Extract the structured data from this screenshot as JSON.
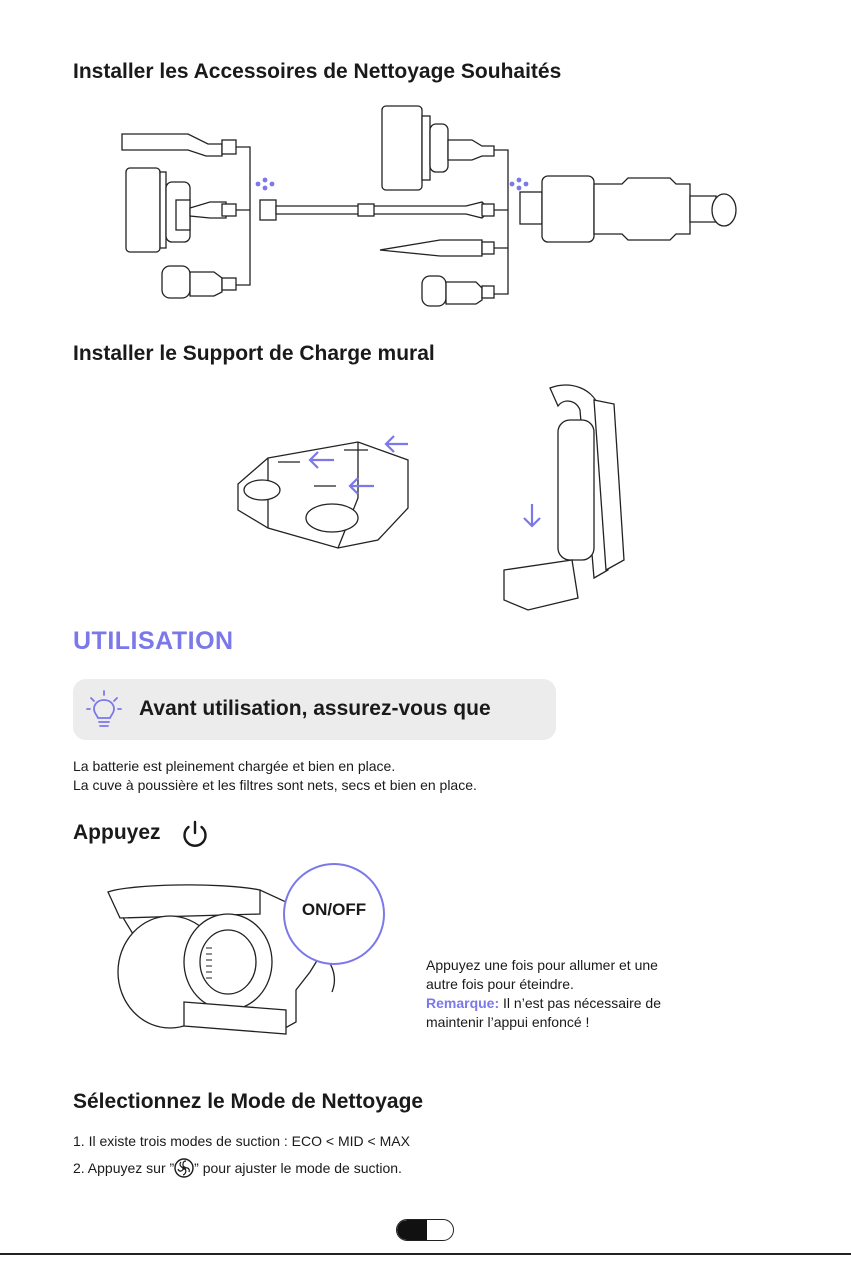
{
  "sections": {
    "accessories_title": "Installer les Accessoires de Nettoyage Souhaités",
    "wall_mount_title": "Installer le Support de Charge mural",
    "usage_title": "UTILISATION",
    "before_use_title": "Avant utilisation, assurez-vous que",
    "press_title": "Appuyez",
    "mode_title": "Sélectionnez le Mode de Nettoyage"
  },
  "before_use_items": [
    "La batterie est pleinement chargée et bien en place.",
    "La cuve à poussière et les filtres sont nets, secs et bien en place."
  ],
  "power": {
    "callout_label": "ON/OFF",
    "instruction_line1": "Appuyez une fois pour allumer et une",
    "instruction_line2": "autre fois pour éteindre.",
    "note_label": "Remarque:",
    "note_text_line1": " Il n’est pas nécessaire de",
    "note_text_line2": "maintenir l’appui enfoncé !"
  },
  "modes": {
    "line1": "1. Il existe trois modes de suction : ECO < MID < MAX",
    "line2_before": "2. Appuyez sur ”",
    "line2_after": "” pour ajuster le mode de suction."
  },
  "colors": {
    "accent": "#7b78ea",
    "callout_bg": "#ececec",
    "text": "#1a1a1a"
  },
  "icons": {
    "bulb": "lightbulb-icon",
    "power": "power-icon",
    "fan": "fan-icon",
    "arrow": "arrow-icon"
  }
}
